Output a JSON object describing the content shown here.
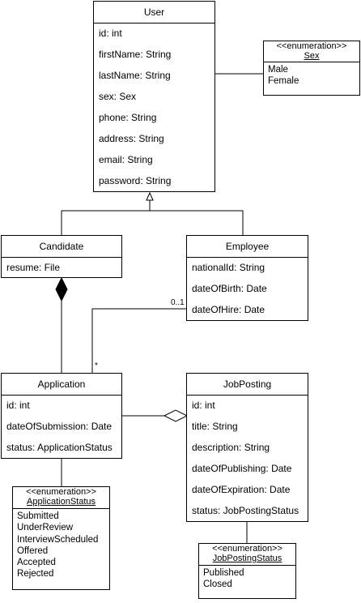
{
  "classes": {
    "user": {
      "name": "User",
      "attributes": [
        "id: int",
        "firstName: String",
        "lastName: String",
        "sex: Sex",
        "phone: String",
        "address: String",
        "email: String",
        "password: String"
      ]
    },
    "candidate": {
      "name": "Candidate",
      "attributes": [
        "resume: File"
      ]
    },
    "employee": {
      "name": "Employee",
      "attributes": [
        "nationalId: String",
        "dateOfBirth: Date",
        "dateOfHire: Date"
      ]
    },
    "application": {
      "name": "Application",
      "attributes": [
        "id: int",
        "dateOfSubmission: Date",
        "status: ApplicationStatus"
      ]
    },
    "jobposting": {
      "name": "JobPosting",
      "attributes": [
        "id: int",
        "title: String",
        "description: String",
        "dateOfPublishing: Date",
        "dateOfExpiration: Date",
        "status: JobPostingStatus"
      ]
    }
  },
  "enums": {
    "sex": {
      "stereotype": "<<enumeration>>",
      "name": "Sex",
      "literals": [
        "Male",
        "Female"
      ]
    },
    "applicationstatus": {
      "stereotype": "<<enumeration>>",
      "name": "ApplicationStatus",
      "literals": [
        "Submitted",
        "UnderReview",
        "InterviewScheduled",
        "Offered",
        "Accepted",
        "Rejected"
      ]
    },
    "jobpostingstatus": {
      "stereotype": "<<enumeration>>",
      "name": "JobPostingStatus",
      "literals": [
        "Published",
        "Closed"
      ]
    }
  },
  "multiplicities": {
    "employee_end": "0..1",
    "application_end": "*"
  }
}
